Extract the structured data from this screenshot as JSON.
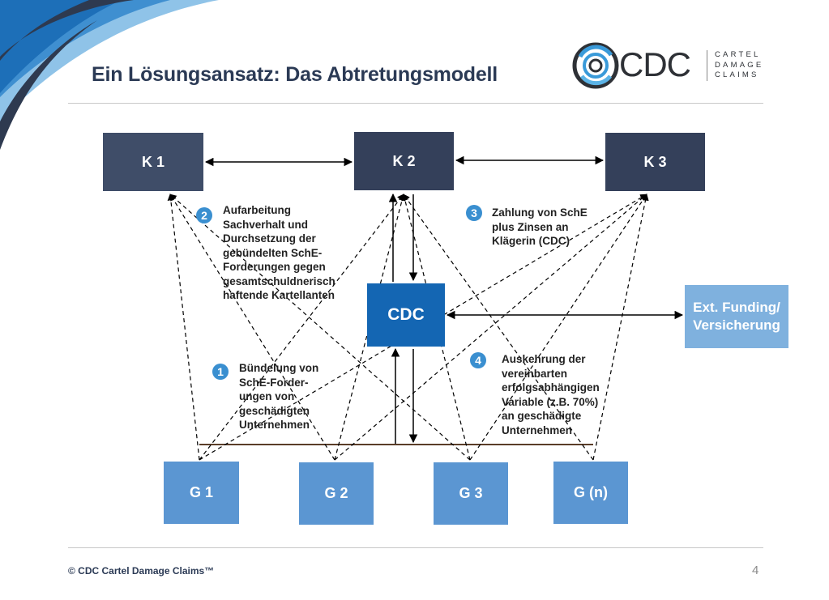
{
  "title": "Ein Lösungsansatz: Das Abtretungsmodell",
  "logo": {
    "name": "CDC",
    "tagline": [
      "CARTEL",
      "DAMAGE",
      "CLAIMS"
    ]
  },
  "boxes": {
    "k1": "K 1",
    "k2": "K 2",
    "k3": "K 3",
    "cdc": "CDC",
    "ext": "Ext. Funding/\nVersicherung",
    "g1": "G 1",
    "g2": "G 2",
    "g3": "G 3",
    "gn": "G (n)"
  },
  "steps": [
    {
      "number": "1",
      "text": "Bündelung von\nSchE-Forder-\nungen von\ngeschädigten\nUnternehmen"
    },
    {
      "number": "2",
      "text": "Aufarbeitung\nSachverhalt und\nDurchsetzung der\ngebündelten SchE-\nForderungen gegen\ngesamtschuldnerisch\nhaftende Kartellanten"
    },
    {
      "number": "3",
      "text": "Zahlung von SchE\nplus Zinsen an\nKlägerin (CDC)"
    },
    {
      "number": "4",
      "text": "Auskehrung der\nvereinbarten\nerfolgsabhängigen\nVariable (z.B. 70%)\nan geschädigte\nUnternehmen"
    }
  ],
  "footer": "© CDC Cartel Damage Claims™",
  "page_number": "4",
  "colors": {
    "k_box": "#34405a",
    "g_box": "#5b96d2",
    "cdc_box": "#1466b3",
    "ext_box": "#7fb1de",
    "badge": "#3a8fd0",
    "title": "#2b3a55"
  }
}
